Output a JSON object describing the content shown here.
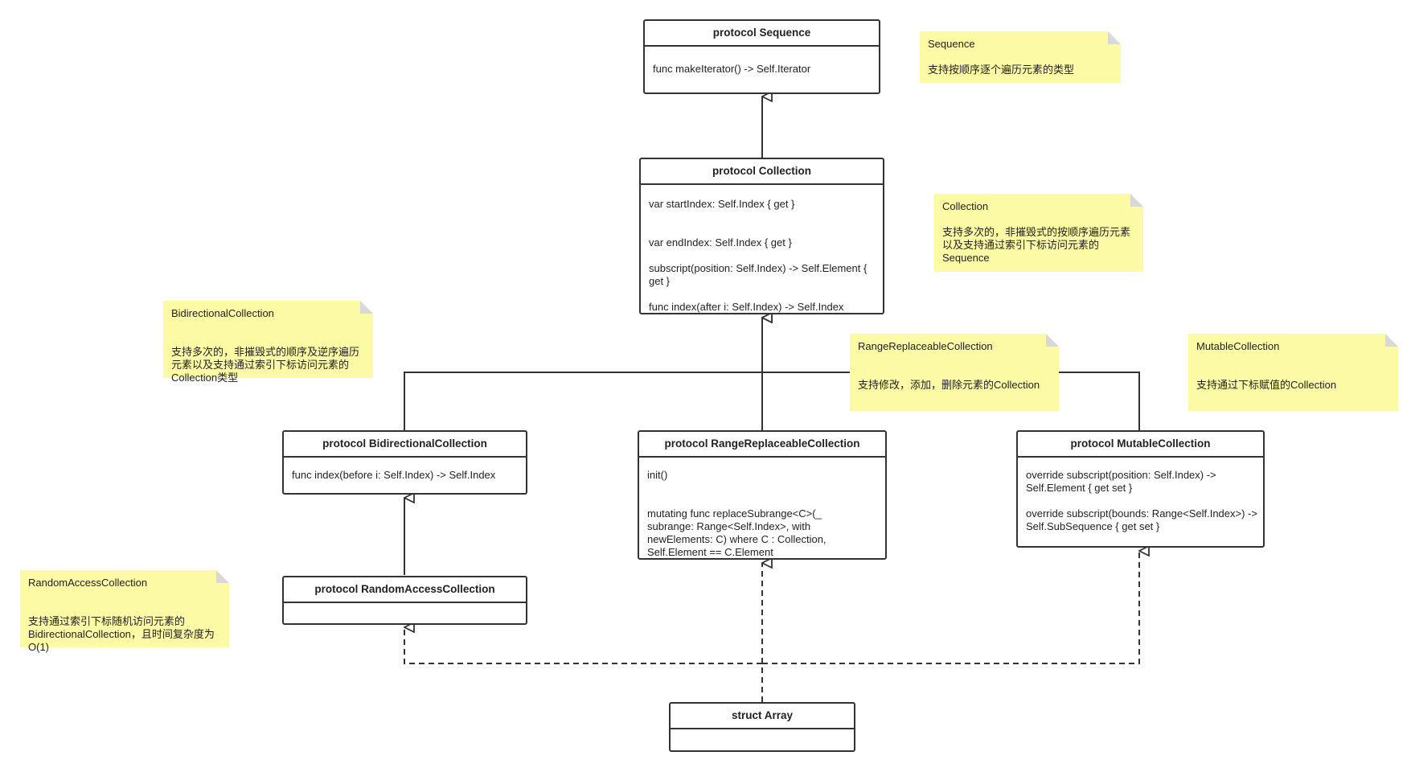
{
  "classes": {
    "sequence": {
      "name": "protocol Sequence",
      "members": [
        "func makeIterator() -> Self.Iterator"
      ]
    },
    "collection": {
      "name": "protocol Collection",
      "members": [
        "var startIndex: Self.Index { get }",
        "var endIndex: Self.Index { get }",
        "subscript(position: Self.Index) -> Self.Element { get }",
        "func index(after i: Self.Index) -> Self.Index"
      ]
    },
    "bidirectional": {
      "name": "protocol BidirectionalCollection",
      "members": [
        "func index(before i: Self.Index) -> Self.Index"
      ]
    },
    "rangeReplaceable": {
      "name": "protocol RangeReplaceableCollection",
      "members": [
        "init()",
        "mutating func replaceSubrange<C>(_ subrange: Range<Self.Index>, with newElements: C) where C : Collection, Self.Element == C.Element"
      ]
    },
    "mutable": {
      "name": "protocol MutableCollection",
      "members": [
        "override subscript(position: Self.Index) -> Self.Element { get set }",
        "override subscript(bounds: Range<Self.Index>) -> Self.SubSequence { get set }"
      ]
    },
    "randomAccess": {
      "name": "protocol RandomAccessCollection",
      "members": []
    },
    "array": {
      "name": "struct Array",
      "members": []
    }
  },
  "notes": {
    "sequence": {
      "title": "Sequence",
      "text": "支持按顺序逐个遍历元素的类型"
    },
    "collection": {
      "title": "Collection",
      "text": "支持多次的，非摧毁式的按顺序遍历元素以及支持通过索引下标访问元素的Sequence"
    },
    "bidirectional": {
      "title": "BidirectionalCollection",
      "text": "支持多次的，非摧毁式的顺序及逆序遍历元素以及支持通过索引下标访问元素的Collection类型"
    },
    "rangeReplaceable": {
      "title": "RangeReplaceableCollection",
      "text": "支持修改，添加，删除元素的Collection"
    },
    "mutable": {
      "title": "MutableCollection",
      "text": "支持通过下标赋值的Collection"
    },
    "randomAccess": {
      "title": "RandomAccessCollection",
      "text": "支持通过索引下标随机访问元素的BidirectionalCollection，且时间复杂度为O(1)"
    }
  },
  "colors": {
    "note": "#fdfaa6",
    "stroke": "#333333"
  }
}
